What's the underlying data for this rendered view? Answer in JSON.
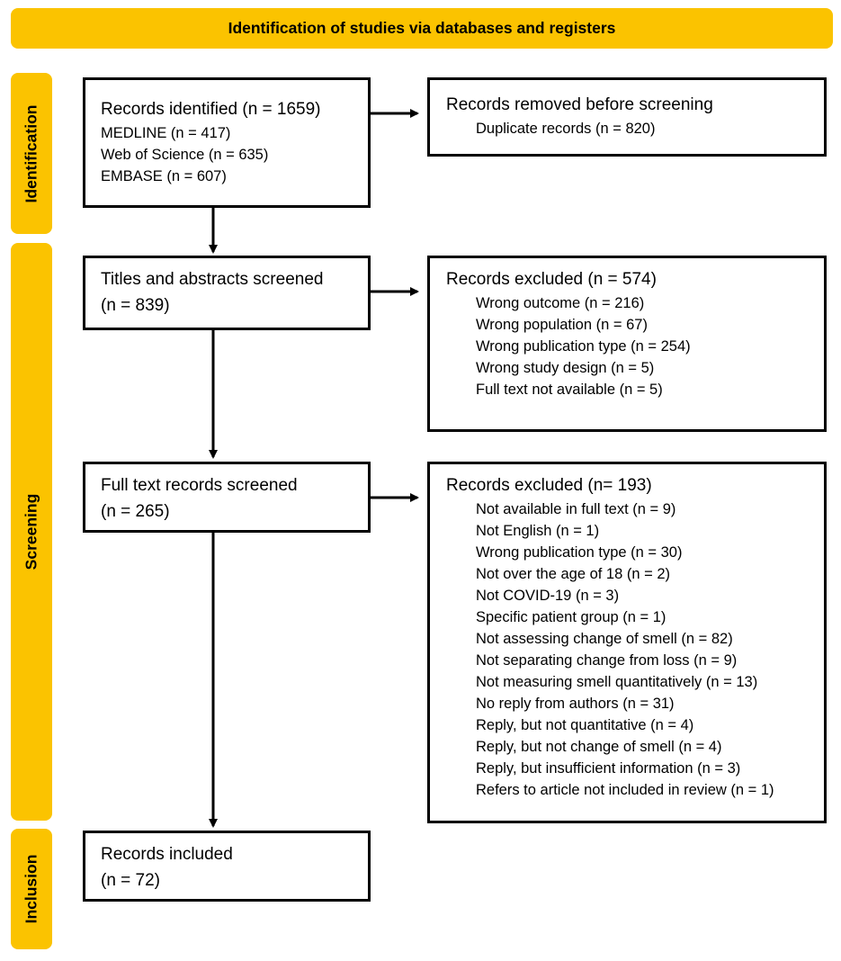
{
  "header": {
    "title": "Identification of studies via databases and registers"
  },
  "phases": {
    "identification": "Identification",
    "screening": "Screening",
    "inclusion": "Inclusion"
  },
  "identified": {
    "title": "Records identified (n = 1659)",
    "items": [
      "MEDLINE (n = 417)",
      "Web of Science (n = 635)",
      "EMBASE (n = 607)"
    ]
  },
  "removed": {
    "title": "Records removed before screening",
    "items": [
      "Duplicate records (n = 820)"
    ]
  },
  "titles_screened": {
    "lines": [
      "Titles and abstracts screened",
      "(n = 839)"
    ]
  },
  "excluded_1": {
    "title": "Records excluded (n = 574)",
    "items": [
      "Wrong outcome (n = 216)",
      "Wrong population (n = 67)",
      "Wrong publication type (n = 254)",
      "Wrong study design (n = 5)",
      "Full text not available (n = 5)"
    ]
  },
  "fulltext_screened": {
    "lines": [
      "Full text records screened",
      "(n = 265)"
    ]
  },
  "excluded_2": {
    "title": "Records excluded (n= 193)",
    "items": [
      "Not available in full text (n = 9)",
      "Not English (n = 1)",
      "Wrong publication type (n = 30)",
      "Not over the age of 18 (n = 2)",
      "Not COVID-19 (n = 3)",
      "Specific patient group (n = 1)",
      "Not assessing change of smell (n = 82)",
      "Not separating change from loss (n = 9)",
      "Not measuring smell quantitatively (n = 13)",
      "No reply from authors (n = 31)",
      "Reply, but not quantitative (n = 4)",
      "Reply, but not change of smell (n = 4)",
      "Reply, but insufficient information (n = 3)",
      "Refers to article not included in review (n = 1)"
    ]
  },
  "included": {
    "lines": [
      "Records included",
      "(n = 72)"
    ]
  },
  "colors": {
    "accent": "#fbc300",
    "border": "#000000"
  }
}
